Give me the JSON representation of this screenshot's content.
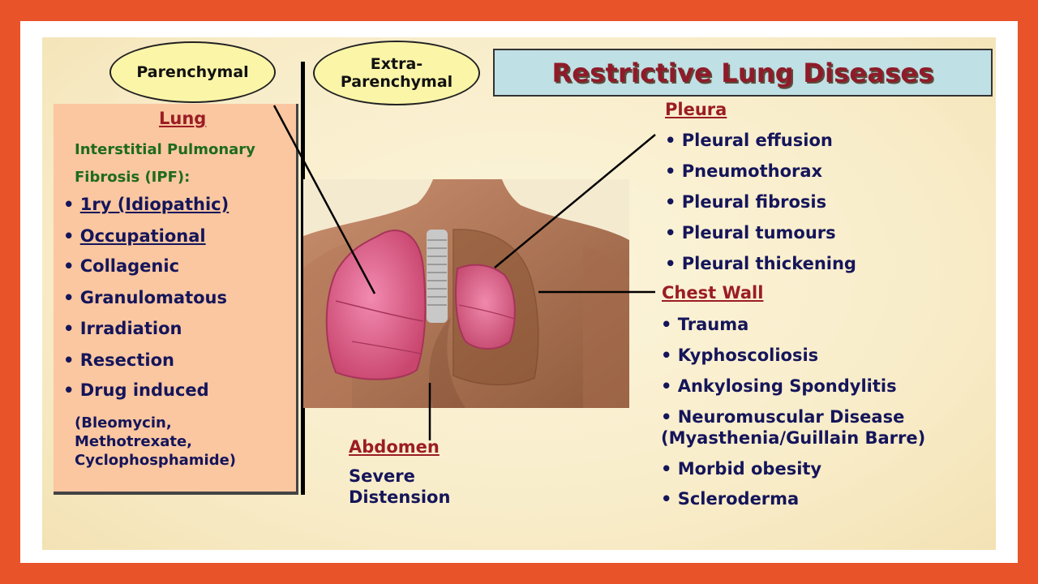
{
  "title": "Restrictive Lung Diseases",
  "ovals": {
    "parenchymal": "Parenchymal",
    "extra_line1": "Extra-",
    "extra_line2": "Parenchymal"
  },
  "lung": {
    "heading": "Lung",
    "ipf_line1": "Interstitial Pulmonary",
    "ipf_line2": "Fibrosis (IPF):",
    "items": [
      "1ry (Idiopathic)",
      "Occupational",
      "Collagenic",
      "Granulomatous",
      "Irradiation",
      "Resection",
      "Drug induced"
    ],
    "drug_line1": "(Bleomycin,",
    "drug_line2": "Methotrexate,",
    "drug_line3": "Cyclophosphamide)"
  },
  "pleura": {
    "heading": "Pleura",
    "items": [
      "Pleural effusion",
      "Pneumothorax",
      "Pleural fibrosis",
      "Pleural tumours",
      "Pleural thickening"
    ]
  },
  "chest_wall": {
    "heading": "Chest Wall",
    "items": [
      "Trauma",
      "Kyphoscoliosis",
      "Ankylosing Spondylitis",
      "Neuromuscular Disease",
      "(Myasthenia/Guillain Barre)",
      "Morbid obesity",
      "Scleroderma"
    ]
  },
  "abdomen": {
    "heading": "Abdomen",
    "line1": "Severe",
    "line2": "Distension"
  },
  "colors": {
    "frame": "#e8532a",
    "heading_red": "#9b1d24",
    "text_navy": "#15155a",
    "ipf_green": "#1e6b1e",
    "title_box": "#bfe0e4",
    "oval_fill": "#fbf5a8",
    "lung_panel": "#fac7a0"
  },
  "illustration": {
    "icon": "torso-lungs-illustration"
  }
}
